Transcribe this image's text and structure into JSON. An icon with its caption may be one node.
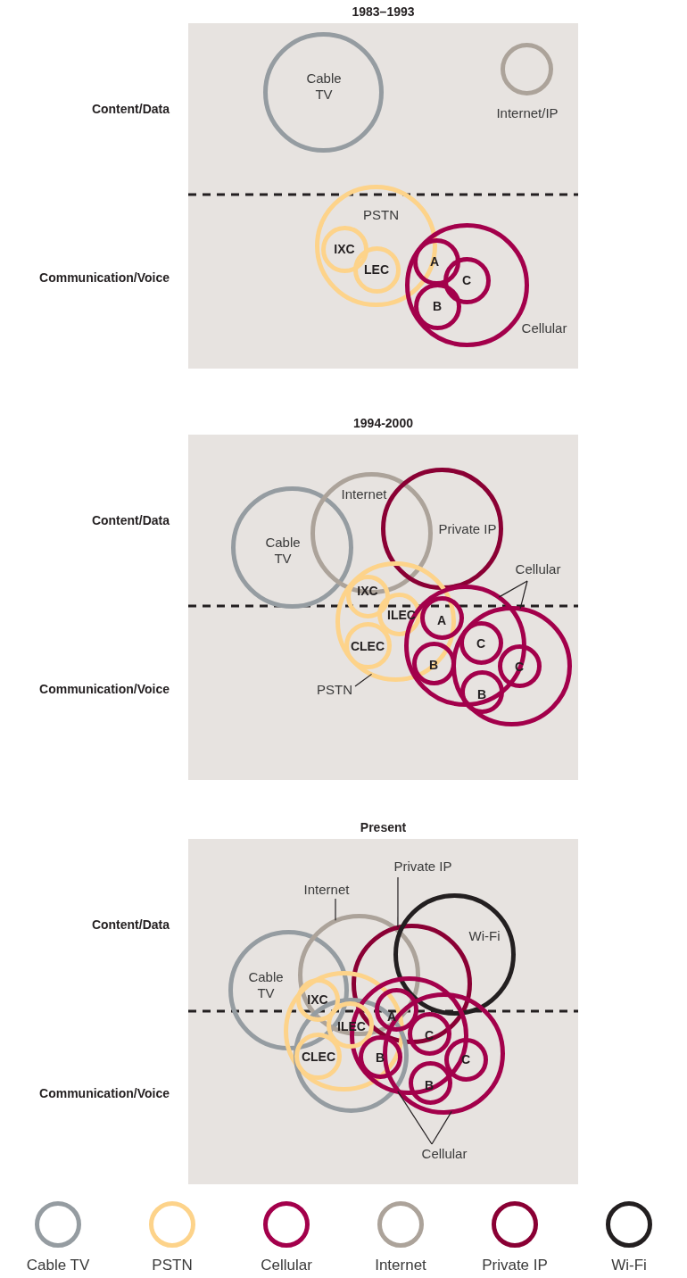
{
  "diagram": {
    "nodes": [
      {
        "text": [
          "1983–1993"
        ]
      },
      {
        "text": [
          "Cable TV"
        ],
        "in": 0
      },
      {
        "text": [
          "Internet/IP"
        ],
        "in": 0
      },
      {
        "text": [
          "PSTN"
        ],
        "in": 0
      },
      {
        "text": [
          "IXC"
        ],
        "in": 3
      },
      {
        "text": [
          "LEC"
        ],
        "in": 3
      },
      {
        "text": [
          "Cellular"
        ],
        "in": 0
      },
      {
        "text": [
          "A"
        ],
        "in": 6
      },
      {
        "text": [
          "C"
        ],
        "in": 6
      },
      {
        "text": [
          "B"
        ],
        "in": 6
      },
      {
        "text": [
          "1994-2000"
        ]
      },
      {
        "text": [
          "Cable TV"
        ],
        "in": 10
      },
      {
        "text": [
          "Internet"
        ],
        "in": 10
      },
      {
        "text": [
          "Private IP"
        ],
        "in": 10
      },
      {
        "text": [],
        "shape": "circle",
        "in": 10
      },
      {
        "text": [
          "IXC"
        ],
        "in": 14
      },
      {
        "text": [
          "ILEC"
        ],
        "in": 14
      },
      {
        "text": [
          "CLEC"
        ],
        "in": 14
      },
      {
        "text": [],
        "shape": "circle",
        "in": 10
      },
      {
        "text": [
          "A"
        ],
        "in": 18
      },
      {
        "text": [
          "B"
        ]
      },
      {
        "text": [],
        "shape": "circle",
        "in": 10
      },
      {
        "text": [
          "C"
        ]
      },
      {
        "text": [
          "C"
        ],
        "in": 21
      },
      {
        "text": [
          "B"
        ],
        "in": 21
      },
      {
        "text": [
          "Cellular"
        ],
        "in": 10
      },
      {
        "text": [
          "PSTN"
        ],
        "in": 10
      },
      {
        "text": [
          "Present"
        ]
      },
      {
        "text": [
          "Private IP"
        ],
        "in": 27
      },
      {
        "text": [
          "Internet"
        ],
        "in": 27
      },
      {
        "text": [
          "Cable TV"
        ],
        "in": 27
      },
      {
        "text": [],
        "shape": "circle",
        "in": 27
      },
      {
        "text": [],
        "shape": "circle",
        "in": 27
      },
      {
        "text": [
          "Wi-Fi"
        ],
        "in": 27
      },
      {
        "text": [],
        "shape": "circle",
        "in": 27
      },
      {
        "text": [
          "IXC"
        ]
      },
      {
        "text": [
          "ILEC"
        ]
      },
      {
        "text": [
          "CLEC"
        ]
      },
      {
        "text": [],
        "shape": "circle",
        "in": 27
      },
      {
        "text": [],
        "shape": "circle",
        "in": 27
      },
      {
        "text": [
          "A"
        ]
      },
      {
        "text": [
          "B"
        ]
      },
      {
        "text": [],
        "shape": "circle",
        "in": 27
      },
      {
        "text": [
          "C"
        ]
      },
      {
        "text": [
          "C"
        ],
        "in": 42
      },
      {
        "text": [
          "B"
        ],
        "in": 42
      },
      {
        "text": [
          "Cellular"
        ],
        "in": 27
      }
    ],
    "edges": [
      {
        "from": 25,
        "to": 18,
        "arrow": "none"
      },
      {
        "from": 25,
        "to": 21,
        "arrow": "none"
      },
      {
        "from": 26,
        "to": 14,
        "arrow": "none"
      },
      {
        "from": 28,
        "to": 32,
        "arrow": "none"
      },
      {
        "from": 29,
        "to": 31,
        "arrow": "none"
      },
      {
        "from": 46,
        "to": 39,
        "arrow": "none"
      },
      {
        "from": 46,
        "to": 42,
        "arrow": "none"
      }
    ],
    "labels": [
      "Content/Data",
      "Communication/Voice",
      "Content/Data",
      "Communication/Voice",
      "Content/Data",
      "Communication/Voice"
    ],
    "legend": [
      {
        "text": "Cable TV",
        "color": "#959ca1"
      },
      {
        "text": "PSTN",
        "color": "#fdd38a"
      },
      {
        "text": "Cellular",
        "color": "#a3004b"
      },
      {
        "text": "Internet",
        "color": "#aca39a"
      },
      {
        "text": "Private IP",
        "color": "#8a0034"
      },
      {
        "text": "Wi-Fi",
        "color": "#231f20"
      }
    ]
  }
}
